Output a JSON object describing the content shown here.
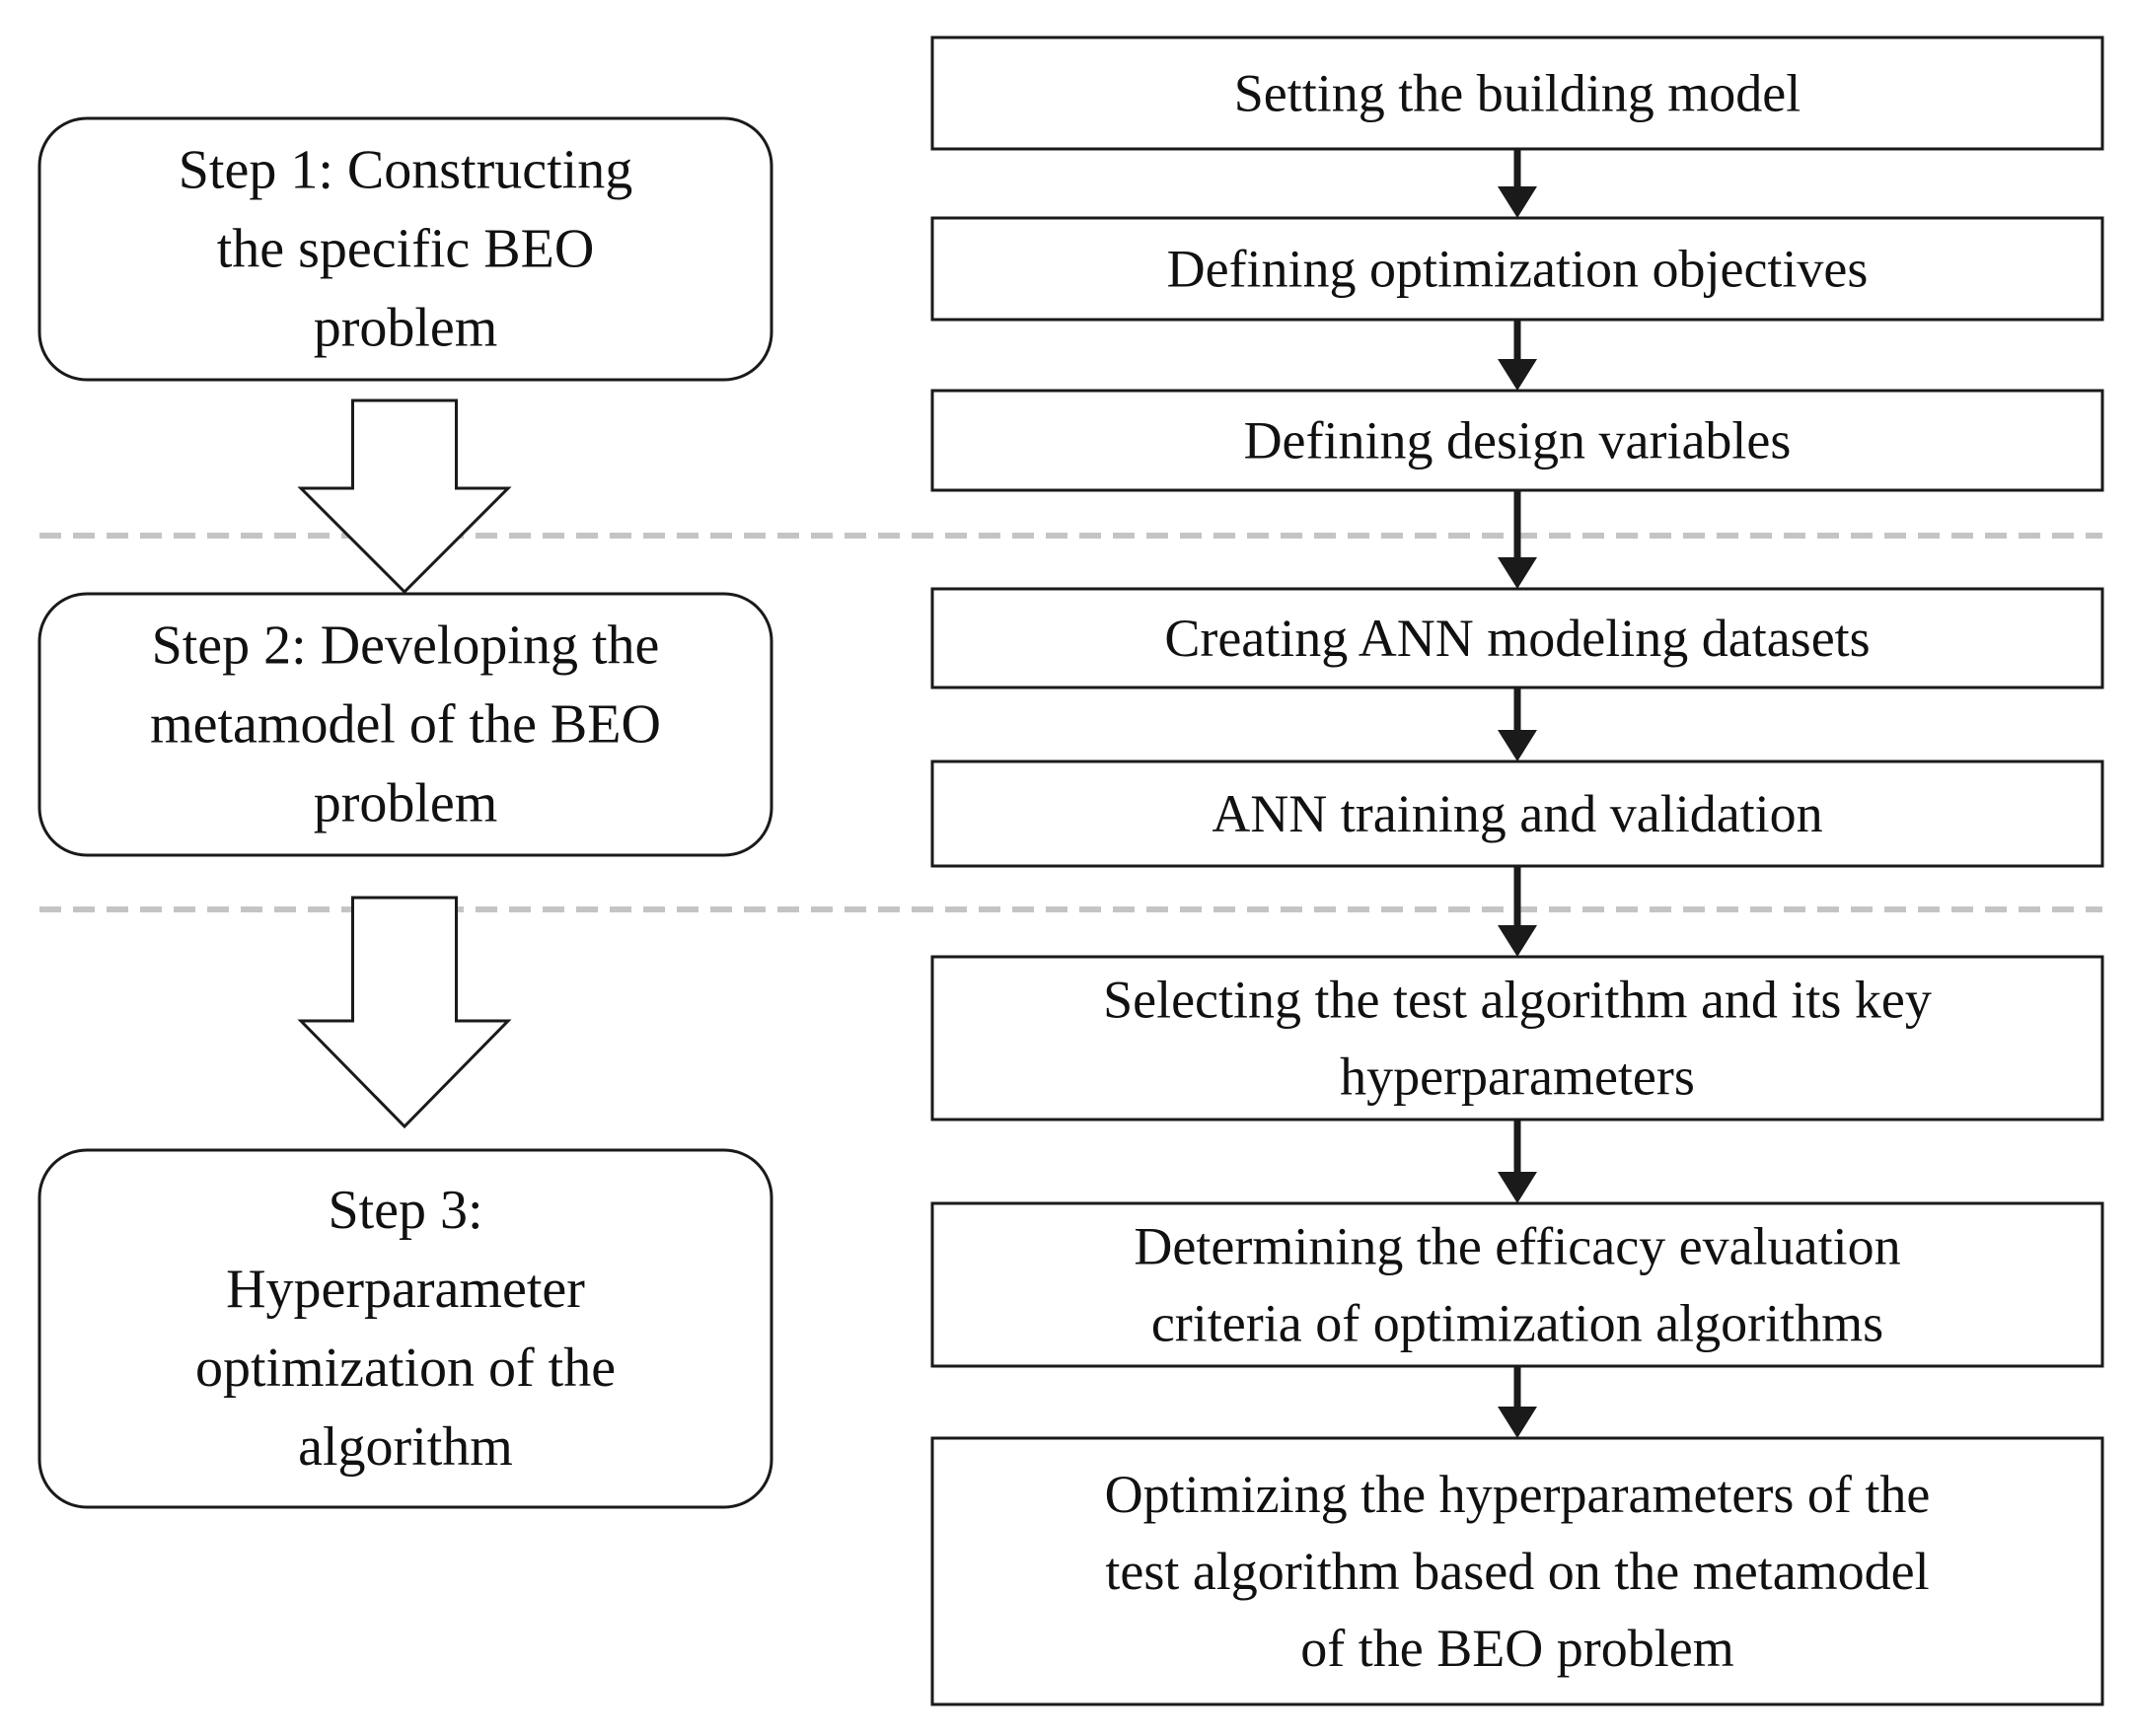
{
  "steps": [
    {
      "id": "step-1",
      "lines": [
        "Step 1: Constructing",
        "the specific BEO",
        "problem"
      ]
    },
    {
      "id": "step-2",
      "lines": [
        "Step 2: Developing the",
        "metamodel of the BEO",
        "problem"
      ]
    },
    {
      "id": "step-3",
      "lines": [
        "Step 3:",
        "Hyperparameter",
        "optimization of the",
        "algorithm"
      ]
    }
  ],
  "process": [
    {
      "id": "setting-building-model",
      "step": 1,
      "lines": [
        "Setting the building model"
      ]
    },
    {
      "id": "defining-optimization-objectives",
      "step": 1,
      "lines": [
        "Defining optimization objectives"
      ]
    },
    {
      "id": "defining-design-variables",
      "step": 1,
      "lines": [
        "Defining design variables"
      ]
    },
    {
      "id": "creating-ann-datasets",
      "step": 2,
      "lines": [
        "Creating ANN modeling datasets"
      ]
    },
    {
      "id": "ann-training-validation",
      "step": 2,
      "lines": [
        "ANN training and validation"
      ]
    },
    {
      "id": "selecting-test-algorithm",
      "step": 3,
      "lines": [
        "Selecting the test algorithm and its key",
        "hyperparameters"
      ]
    },
    {
      "id": "determining-efficacy-criteria",
      "step": 3,
      "lines": [
        "Determining the efficacy evaluation",
        "criteria of optimization algorithms"
      ]
    },
    {
      "id": "optimizing-hyperparameters",
      "step": 3,
      "lines": [
        "Optimizing the hyperparameters of the",
        "test algorithm based on the metamodel",
        "of the BEO problem"
      ]
    }
  ],
  "edges": [
    {
      "from": "setting-building-model",
      "to": "defining-optimization-objectives"
    },
    {
      "from": "defining-optimization-objectives",
      "to": "defining-design-variables"
    },
    {
      "from": "defining-design-variables",
      "to": "creating-ann-datasets"
    },
    {
      "from": "creating-ann-datasets",
      "to": "ann-training-validation"
    },
    {
      "from": "ann-training-validation",
      "to": "selecting-test-algorithm"
    },
    {
      "from": "selecting-test-algorithm",
      "to": "determining-efficacy-criteria"
    },
    {
      "from": "determining-efficacy-criteria",
      "to": "optimizing-hyperparameters"
    }
  ],
  "step_transitions": [
    {
      "from": "step-1",
      "to": "step-2"
    },
    {
      "from": "step-2",
      "to": "step-3"
    }
  ],
  "colors": {
    "stroke": "#1a1a1a",
    "text": "#111111",
    "separator": "#c4c4c4",
    "background": "#ffffff"
  }
}
